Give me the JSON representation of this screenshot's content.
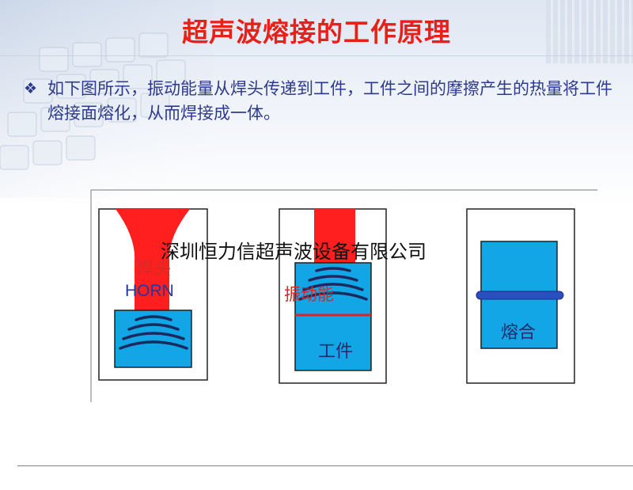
{
  "title": "超声波熔接的工作原理",
  "bullet": {
    "icon": "diamond-bullet-icon",
    "text": "如下图所示，振动能量从焊头传递到工件，工件之间的摩擦产生的热量将工件熔接面熔化，从而焊接成一体。"
  },
  "diagram": {
    "panel1": {
      "label_cn": "焊头",
      "label_en": "HORN"
    },
    "panel2": {
      "label_vibration": "振动能",
      "label_workpiece": "工件"
    },
    "panel3": {
      "label_fused": "熔合"
    },
    "watermark": "深圳恒力信超声波设备有限公司"
  },
  "colors": {
    "title": "#e8201a",
    "body_text": "#2e3a8c",
    "horn_red": "#ff1f1f",
    "workpiece_blue": "#12a6e6",
    "weld_line_blue": "#2c4fc0",
    "label_red": "#d42a2a",
    "label_blue": "#2536a0"
  }
}
